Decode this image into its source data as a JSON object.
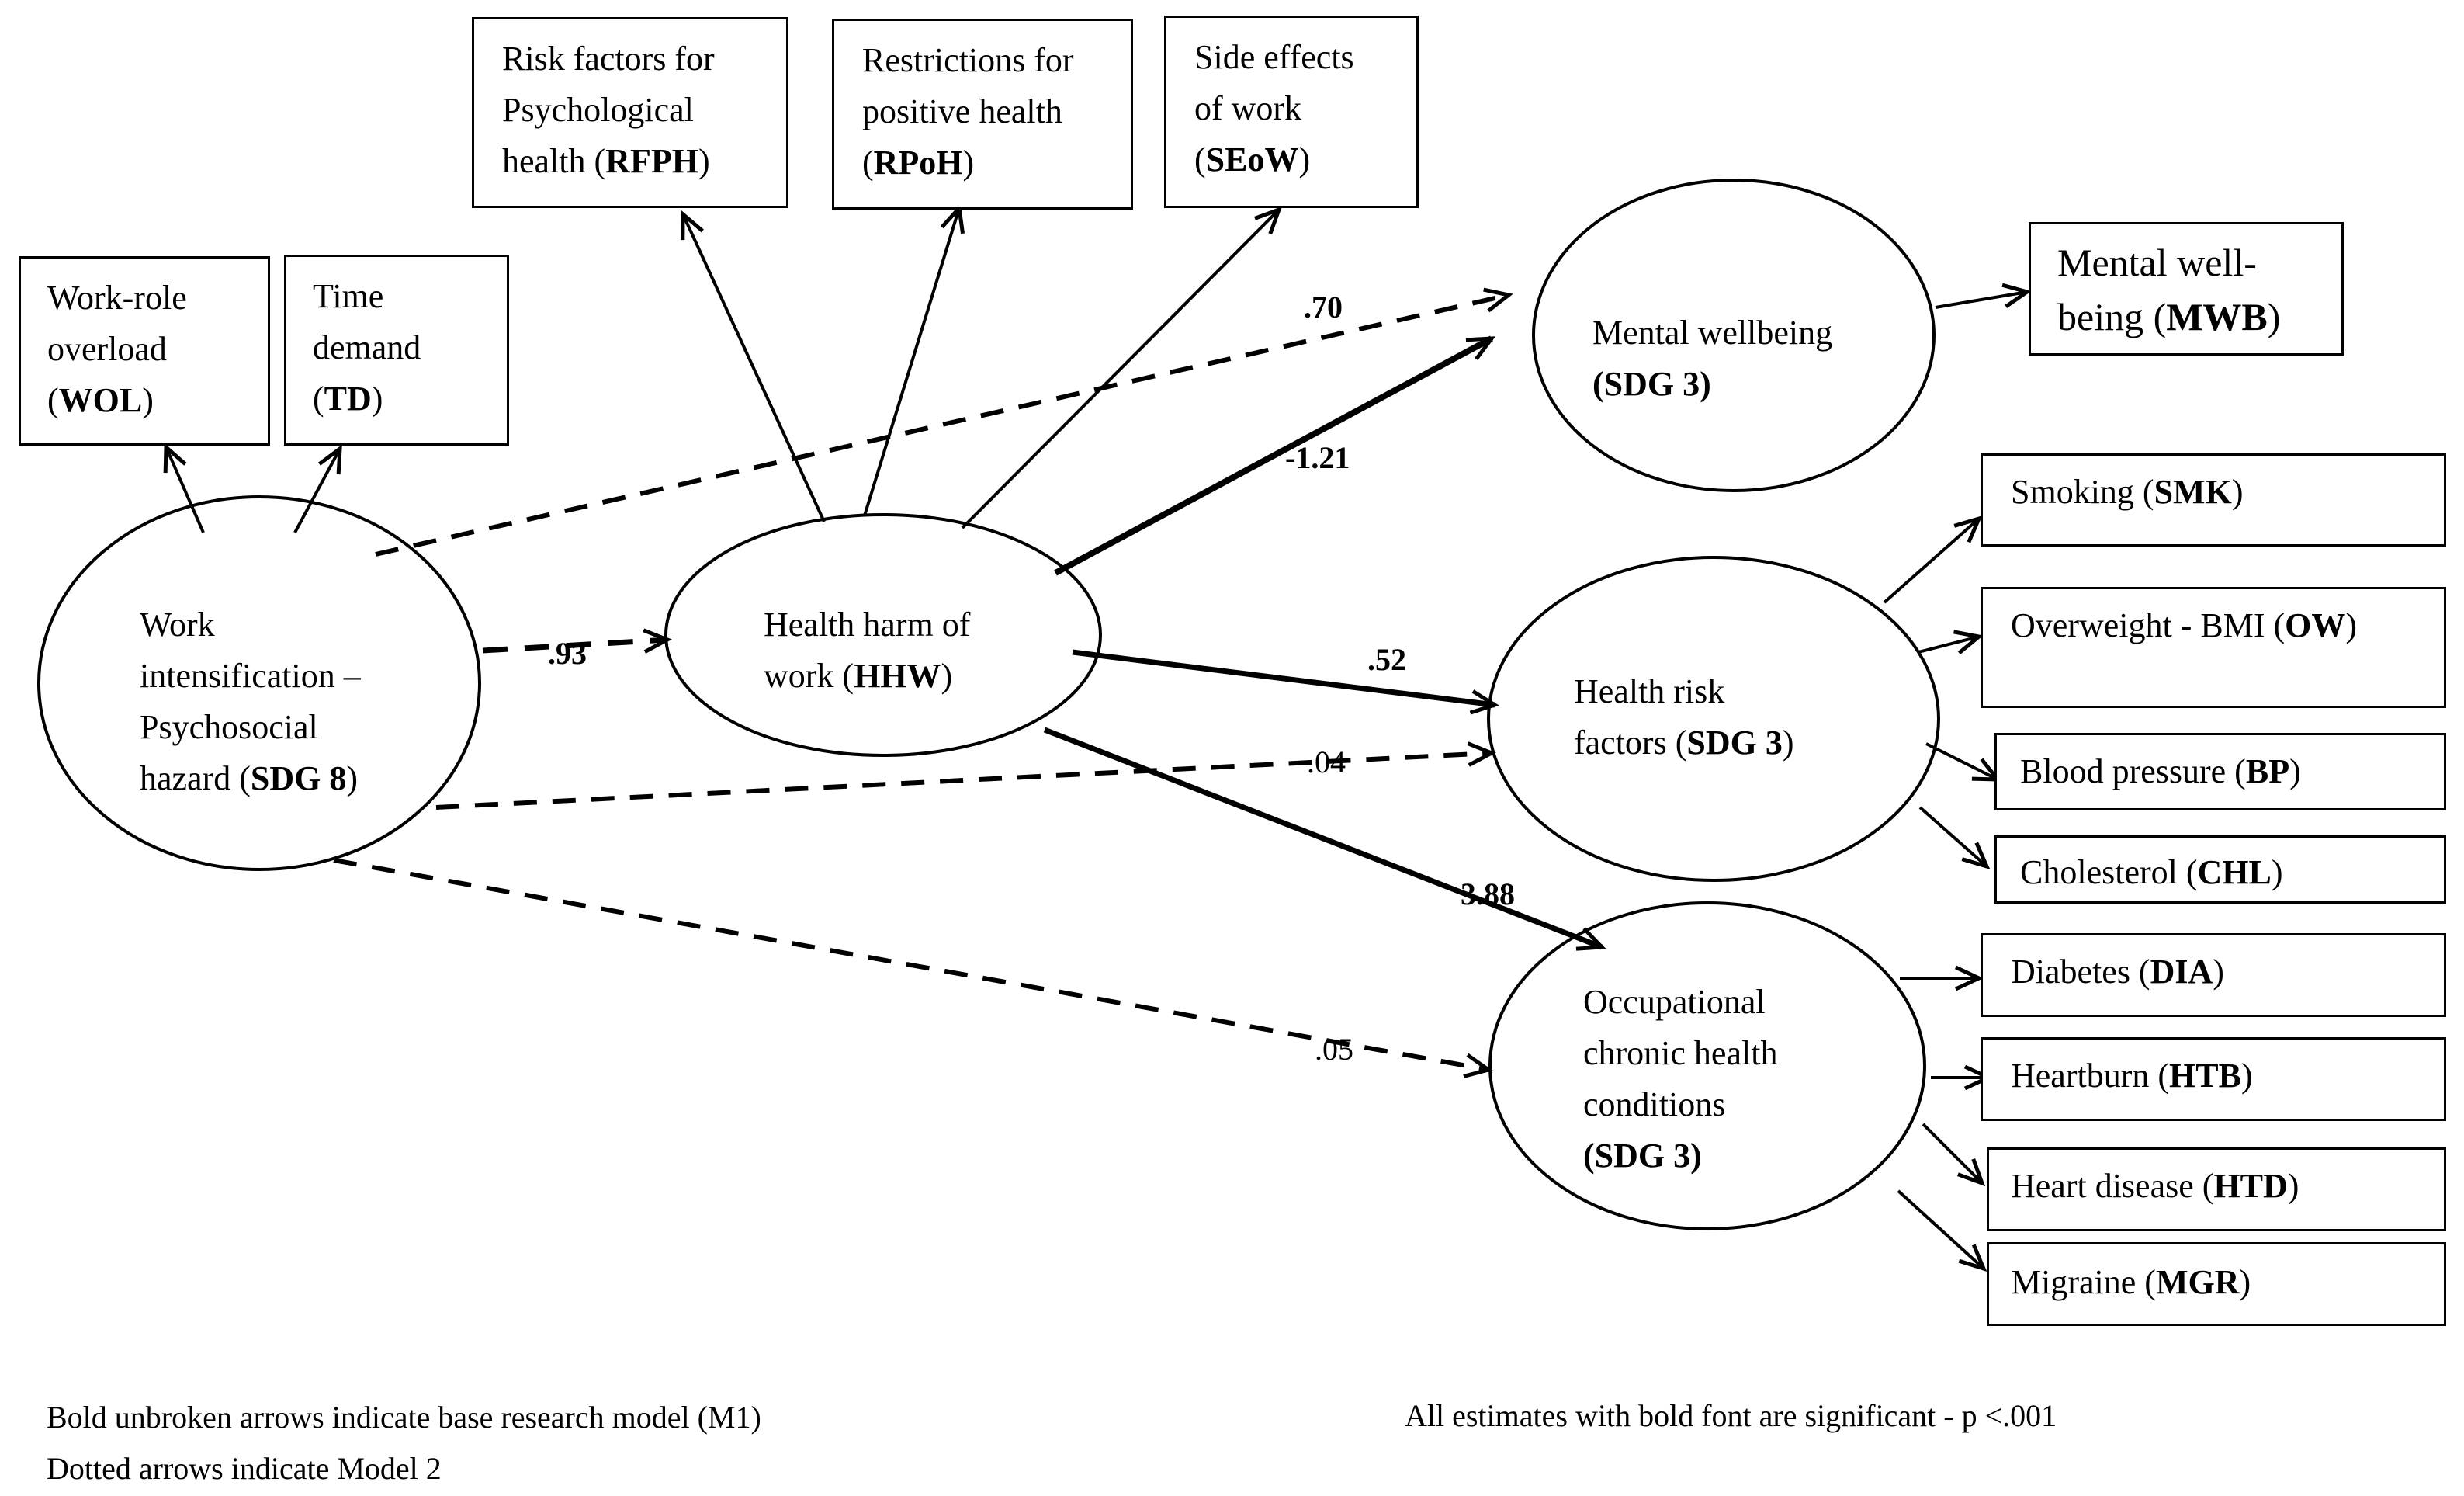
{
  "nodes": {
    "rfph": {
      "l1": "Risk factors for",
      "l2": "Psychological",
      "l3": "health ",
      "abbr": "RFPH",
      "close": ")"
    },
    "rpoh": {
      "l1": "Restrictions for",
      "l2": "positive health",
      "l3": "(",
      "abbr": "RPoH",
      "close": ")"
    },
    "seow": {
      "l1": "Side effects",
      "l2": "of work",
      "l3": "(",
      "abbr": "SEoW",
      "close": ")"
    },
    "wol": {
      "l1": "Work-role",
      "l2": "overload",
      "l3": "(",
      "abbr": "WOL",
      "close": ")"
    },
    "td": {
      "l1": "Time",
      "l2": "demand",
      "l3": "(",
      "abbr": "TD",
      "close": ")"
    },
    "mwb": {
      "l1": "Mental well-",
      "l2": "being (",
      "abbr": "MWB",
      "close": ")"
    },
    "smk": {
      "label": "Smoking (",
      "abbr": "SMK",
      "close": ")"
    },
    "ow": {
      "label": "Overweight - BMI (",
      "abbr": "OW",
      "close": ")"
    },
    "bp": {
      "label": "Blood pressure (",
      "abbr": "BP",
      "close": ")"
    },
    "chl": {
      "label": "Cholesterol (",
      "abbr": "CHL",
      "close": ")"
    },
    "dia": {
      "label": "Diabetes (",
      "abbr": "DIA",
      "close": ")"
    },
    "htb": {
      "label": "Heartburn (",
      "abbr": "HTB",
      "close": ")"
    },
    "htd": {
      "label": "Heart disease (",
      "abbr": "HTD",
      "close": ")"
    },
    "mgr": {
      "label": "Migraine (",
      "abbr": "MGR",
      "close": ")"
    }
  },
  "latents": {
    "wi": {
      "l1": "Work",
      "l2": "intensification –",
      "l3": "Psychosocial",
      "l4": "hazard (",
      "abbr": "SDG 8",
      "close": ")"
    },
    "hhw": {
      "l1": "Health harm of",
      "l2": "work (",
      "abbr": "HHW",
      "close": ")"
    },
    "mw": {
      "l1": "Mental wellbeing",
      "abbr": "(SDG 3)"
    },
    "hrf": {
      "l1": "Health risk",
      "l2": "factors (",
      "abbr": "SDG 3",
      "close": ")"
    },
    "och": {
      "l1": "Occupational",
      "l2": "chronic health",
      "l3": "conditions",
      "abbr": "(SDG 3)"
    }
  },
  "coefficients": {
    "wi_hhw": ".93",
    "wi_mw": ".70",
    "hhw_mw": "-1.21",
    "hhw_hrf": ".52",
    "wi_hrf": ".04",
    "hhw_och": "3.88",
    "wi_och": ".05"
  },
  "notes": {
    "line1": "Bold unbroken arrows indicate base research model (M1)",
    "line2": "Dotted arrows indicate Model 2",
    "right": "All estimates with bold font are significant - p <.001"
  }
}
